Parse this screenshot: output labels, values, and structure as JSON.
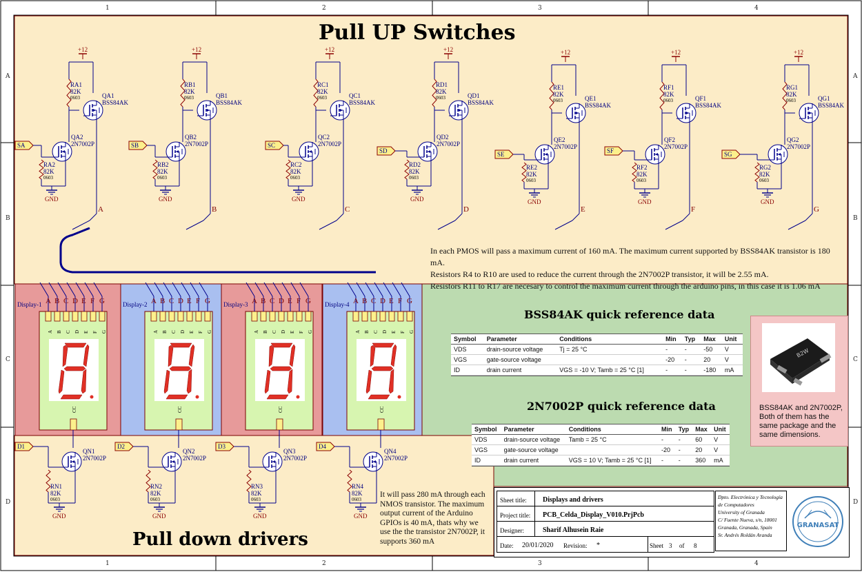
{
  "frame": {
    "columns": [
      "1",
      "2",
      "3",
      "4"
    ],
    "rows": [
      "A",
      "B",
      "C",
      "D"
    ]
  },
  "titles": {
    "pull_up": "Pull UP Switches",
    "pull_down": "Pull down drivers"
  },
  "power_label": "+12",
  "ground_label": "GND",
  "package_0603": "0603",
  "pullup_channels": [
    {
      "port": "SA",
      "pmos": "QA1",
      "nmos": "QA2",
      "r_top": "RA1",
      "r_bot": "RA2",
      "net": "A"
    },
    {
      "port": "SB",
      "pmos": "QB1",
      "nmos": "QB2",
      "r_top": "RB1",
      "r_bot": "RB2",
      "net": "B"
    },
    {
      "port": "SC",
      "pmos": "QC1",
      "nmos": "QC2",
      "r_top": "RC1",
      "r_bot": "RC2",
      "net": "C"
    },
    {
      "port": "SD",
      "pmos": "QD1",
      "nmos": "QD2",
      "r_top": "RD1",
      "r_bot": "RD2",
      "net": "D"
    },
    {
      "port": "SE",
      "pmos": "QE1",
      "nmos": "QE2",
      "r_top": "RE1",
      "r_bot": "RE2",
      "net": "E"
    },
    {
      "port": "SF",
      "pmos": "QF1",
      "nmos": "QF2",
      "r_top": "RF1",
      "r_bot": "RF2",
      "net": "F"
    },
    {
      "port": "SG",
      "pmos": "QG1",
      "nmos": "QG2",
      "r_top": "RG1",
      "r_bot": "RG2",
      "net": "G"
    }
  ],
  "pmos_part": "BSS84AK",
  "nmos_part": "2N7002P",
  "resistor_value": "82K",
  "pullup_note": [
    "In each PMOS will pass a maximum current of 160 mA. The maximum current supported by BSS84AK transistor is 180 mA.",
    "Resistors R4 to R10 are used to reduce the current through the 2N7002P transistor, it will be 2.55 mA.",
    "Resistors R11 to R17 are necesary to control the maximum current through the arduino pins, in this case it is 1.06 mA"
  ],
  "displays": [
    {
      "name": "Display-1",
      "color": "#e79a9a"
    },
    {
      "name": "Display-2",
      "color": "#a9bff0"
    },
    {
      "name": "Display-3",
      "color": "#e79a9a"
    },
    {
      "name": "Display-4",
      "color": "#a9bff0"
    }
  ],
  "segment_letters": [
    "A",
    "B",
    "C",
    "D",
    "E",
    "F",
    "G"
  ],
  "common_label": "CC",
  "pulldown_channels": [
    {
      "port": "D1",
      "nmos": "QN1",
      "r": "RN1"
    },
    {
      "port": "D2",
      "nmos": "QN2",
      "r": "RN2"
    },
    {
      "port": "D3",
      "nmos": "QN3",
      "r": "RN3"
    },
    {
      "port": "D4",
      "nmos": "QN4",
      "r": "RN4"
    }
  ],
  "pulldown_note": "It will pass 280 mA through each NMOS transistor. The maximum output current of the Arduino GPIOs is 40 mA, thats why we use the the transistor 2N7002P, it supports 360 mA",
  "bss_title": "BSS84AK quick reference data",
  "bss_table": {
    "headers": [
      "Symbol",
      "Parameter",
      "Conditions",
      "Min",
      "Typ",
      "Max",
      "Unit"
    ],
    "rows": [
      [
        "VDS",
        "drain-source voltage",
        "Tj = 25 °C",
        "-",
        "-",
        "-50",
        "V"
      ],
      [
        "VGS",
        "gate-source voltage",
        "",
        "-20",
        "-",
        "20",
        "V"
      ],
      [
        "ID",
        "drain current",
        "VGS = -10 V; Tamb = 25 °C  [1]",
        "-",
        "-",
        "-180",
        "mA"
      ]
    ]
  },
  "n2_title": "2N7002P quick reference data",
  "n2_table": {
    "headers": [
      "Symbol",
      "Parameter",
      "Conditions",
      "Min",
      "Typ",
      "Max",
      "Unit"
    ],
    "rows": [
      [
        "VDS",
        "drain-source voltage",
        "Tamb = 25 °C",
        "-",
        "-",
        "60",
        "V"
      ],
      [
        "VGS",
        "gate-source voltage",
        "",
        "-20",
        "-",
        "20",
        "V"
      ],
      [
        "ID",
        "drain current",
        "VGS = 10 V; Tamb = 25 °C  [1]",
        "-",
        "-",
        "360",
        "mA"
      ]
    ]
  },
  "package_note": "BSS84AK and 2N7002P, Both of them has the same package and the same dimensions.",
  "package_marking": "B2W",
  "titleblock": {
    "sheet_title_label": "Sheet title:",
    "sheet_title": "Displays and drivers",
    "project_title_label": "Project title:",
    "project_title": "PCB_Celda_Display_V010.PrjPcb",
    "designer_label": "Designer:",
    "designer": "Sharif Alhusein Raie",
    "date_label": "Date:",
    "date": "20/01/2020",
    "revision_label": "Revision:",
    "revision": "*",
    "sheet_label": "Sheet",
    "sheet_num": "3",
    "of_label": "of",
    "sheet_total": "8",
    "org_lines": [
      "Dpto. Electrónica y Tecnología",
      "de Computadores",
      "University of Granada",
      "C/ Fuente Nueva, s/n, 18001",
      "Granada, Granada, Spain",
      "Sr. Andrés Roldán Aranda"
    ],
    "logo_text": "GRANASAT"
  }
}
